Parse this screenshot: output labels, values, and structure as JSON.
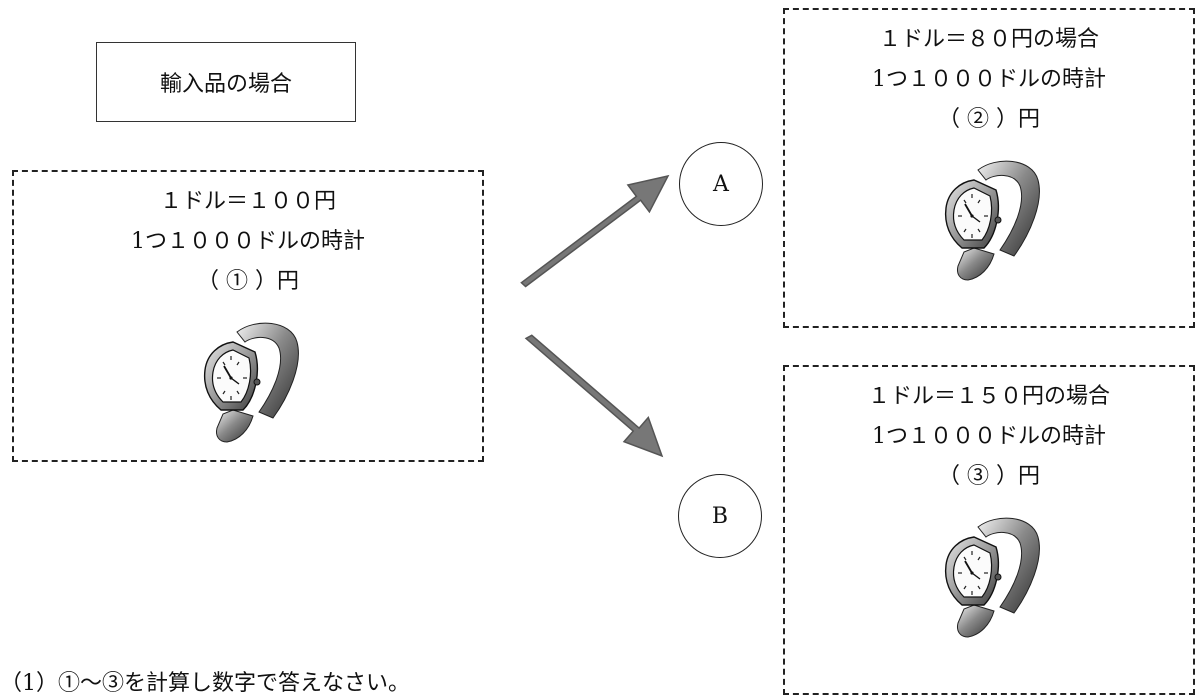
{
  "title_box": {
    "text": "輸入品の場合"
  },
  "cases": {
    "main": {
      "rate": "１ドル＝１００円",
      "item": "1つ１０００ドルの時計",
      "answer": "（ ① ）円",
      "icon": "wristwatch-icon"
    },
    "a": {
      "rate": "１ドル＝８０円の場合",
      "item": "1つ１０００ドルの時計",
      "answer": "（ ② ）円",
      "icon": "wristwatch-icon"
    },
    "b": {
      "rate": "１ドル＝１５０円の場合",
      "item": "1つ１０００ドルの時計",
      "answer": "（ ③ ）円",
      "icon": "wristwatch-icon"
    }
  },
  "labels": {
    "a": "A",
    "b": "B"
  },
  "question": "（1）①～③を計算し数字で答えなさい。",
  "colors": {
    "arrow_fill": "#777777",
    "arrow_stroke": "#555555",
    "border": "#222222"
  }
}
